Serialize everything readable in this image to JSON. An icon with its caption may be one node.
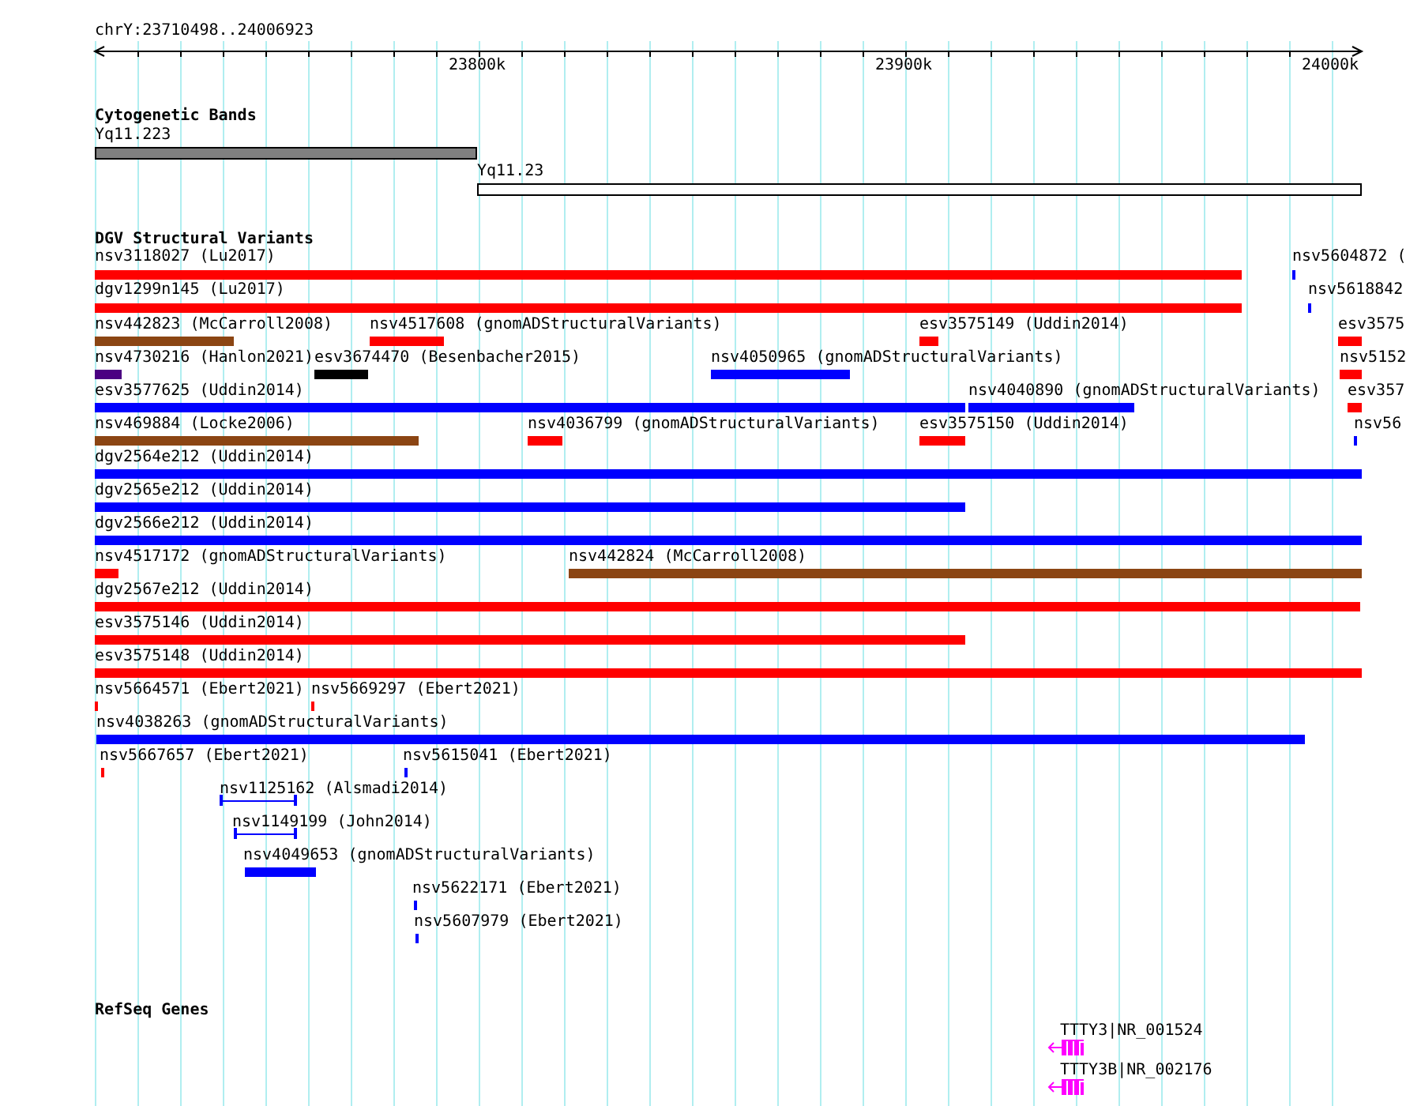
{
  "diagram": {
    "nodes": [
      {
        "text": [
          "Cytogenetic Bands"
        ]
      },
      {
        "text": [
          "Yq11.223"
        ],
        "in": 0
      },
      {
        "text": [
          "Yq11.23"
        ],
        "in": 0
      },
      {
        "text": [
          "DGV Structural Variants"
        ]
      },
      {
        "text": [
          "nsv3118027 (Lu2017)"
        ],
        "in": 3
      },
      {
        "text": [
          "nsv5604872 ("
        ],
        "in": 3
      },
      {
        "text": [
          "dgv1299n145 (Lu2017)"
        ],
        "in": 3
      },
      {
        "text": [
          "nsv5618842"
        ],
        "in": 3
      },
      {
        "text": [
          "nsv442823 (McCarroll2008)"
        ],
        "in": 3
      },
      {
        "text": [
          "nsv4517608 (gnomADStructuralVariants)"
        ],
        "in": 3
      },
      {
        "text": [
          "esv3575149 (Uddin2014)"
        ],
        "in": 3
      },
      {
        "text": [
          "esv3575"
        ],
        "in": 3
      },
      {
        "text": [
          "nsv4730216 (Hanlon2021)"
        ],
        "in": 3
      },
      {
        "text": [
          "esv3674470 (Besenbacher2015)"
        ],
        "in": 3
      },
      {
        "text": [
          "nsv4050965 (gnomADStructuralVariants)"
        ],
        "in": 3
      },
      {
        "text": [
          "nsv5152"
        ],
        "in": 3
      },
      {
        "text": [
          "esv3577625 (Uddin2014)"
        ],
        "in": 3
      },
      {
        "text": [
          "nsv4040890 (gnomADStructuralVariants)"
        ],
        "in": 3
      },
      {
        "text": [
          "esv357"
        ],
        "in": 3
      },
      {
        "text": [
          "nsv469884 (Locke2006)"
        ],
        "in": 3
      },
      {
        "text": [
          "nsv4036799 (gnomADStructuralVariants)"
        ],
        "in": 3
      },
      {
        "text": [
          "esv3575150 (Uddin2014)"
        ],
        "in": 3
      },
      {
        "text": [
          "nsv56"
        ],
        "in": 3
      },
      {
        "text": [
          "dgv2564e212 (Uddin2014)"
        ],
        "in": 3
      },
      {
        "text": [
          "dgv2565e212 (Uddin2014)"
        ],
        "in": 3
      },
      {
        "text": [
          "dgv2566e212 (Uddin2014)"
        ],
        "in": 3
      },
      {
        "text": [
          "nsv4517172 (gnomADStructuralVariants)"
        ],
        "in": 3
      },
      {
        "text": [
          "nsv442824 (McCarroll2008)"
        ],
        "in": 3
      },
      {
        "text": [
          "dgv2567e212 (Uddin2014)"
        ],
        "in": 3
      },
      {
        "text": [
          "esv3575146 (Uddin2014)"
        ],
        "in": 3
      },
      {
        "text": [
          "esv3575148 (Uddin2014)"
        ],
        "in": 3
      },
      {
        "text": [
          "nsv5664571 (Ebert2021)"
        ],
        "in": 3
      },
      {
        "text": [
          "nsv5669297 (Ebert2021)"
        ],
        "in": 3
      },
      {
        "text": [
          "nsv4038263 (gnomADStructuralVariants)"
        ],
        "in": 3
      },
      {
        "text": [
          "nsv5667657 (Ebert2021)"
        ],
        "in": 3
      },
      {
        "text": [
          "nsv5615041 (Ebert2021)"
        ],
        "in": 3
      },
      {
        "text": [
          "nsv1125162 (Alsmadi2014)"
        ],
        "in": 3
      },
      {
        "text": [
          "nsv1149199 (John2014)"
        ],
        "in": 3
      },
      {
        "text": [
          "nsv4049653 (gnomADStructuralVariants)"
        ],
        "in": 3
      },
      {
        "text": [
          "nsv5622171 (Ebert2021)"
        ],
        "in": 3
      },
      {
        "text": [
          "nsv5607979 (Ebert2021)"
        ],
        "in": 3
      },
      {
        "text": [
          "RefSeq Genes"
        ]
      },
      {
        "text": [
          "TTTY3|NR_001524"
        ],
        "in": 41
      },
      {
        "text": [
          "TTTY3B|NR_002176"
        ],
        "in": 41
      }
    ],
    "edges": [],
    "labels": [
      "chrY:23710498..24006923",
      "23800k",
      "23900k",
      "24000k"
    ]
  }
}
